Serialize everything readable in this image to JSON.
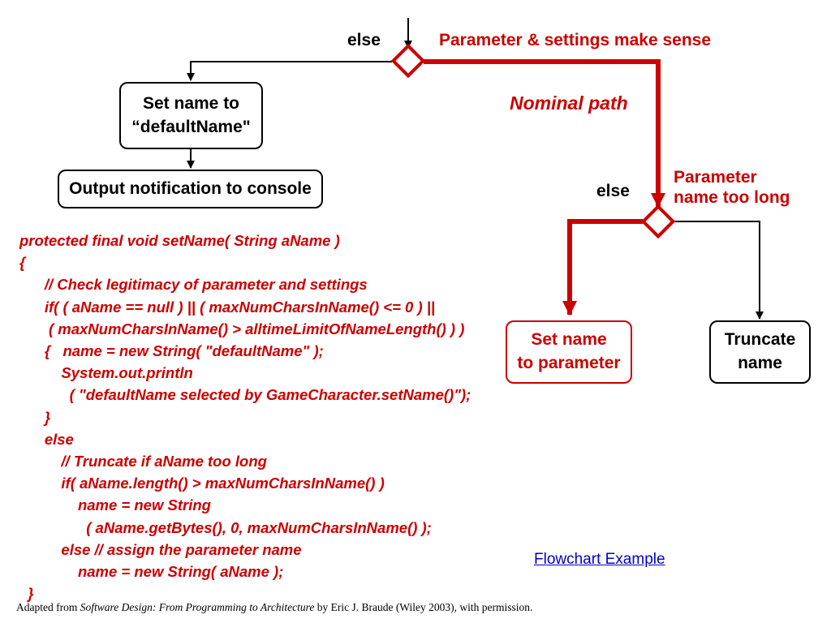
{
  "colors": {
    "accent": "#cc0000",
    "link": "#0000cc",
    "line": "#000000"
  },
  "diagram": {
    "top_else": "else",
    "top_condition": "Parameter & settings make sense",
    "nominal_path": "Nominal path",
    "box_default_name": "Set name to\n“defaultName\"",
    "box_output_notification": "Output notification to console",
    "mid_else": "else",
    "mid_condition_line1": "Parameter",
    "mid_condition_line2": "name too long",
    "box_set_to_parameter": "Set name\nto parameter",
    "box_truncate": "Truncate\nname"
  },
  "code_lines": [
    "protected final void setName( String aName )",
    "{",
    "      // Check legitimacy of parameter and settings",
    "      if( ( aName == null ) || ( maxNumCharsInName() <= 0 ) ||",
    "       ( maxNumCharsInName() > alltimeLimitOfNameLength() ) )",
    "      {   name = new String( \"defaultName\" );",
    "          System.out.println",
    "            ( \"defaultName selected by GameCharacter.setName()\");",
    "      }",
    "      else",
    "          // Truncate if aName too long",
    "          if( aName.length() > maxNumCharsInName() )",
    "              name = new String",
    "                ( aName.getBytes(), 0, maxNumCharsInName() );",
    "          else // assign the parameter name",
    "              name = new String( aName );",
    "  }"
  ],
  "link_text": "Flowchart Example",
  "footer": {
    "prefix": "Adapted from ",
    "title": "Software Design: From Programming to Architecture",
    "suffix": " by Eric J. Braude (Wiley 2003), with permission."
  }
}
